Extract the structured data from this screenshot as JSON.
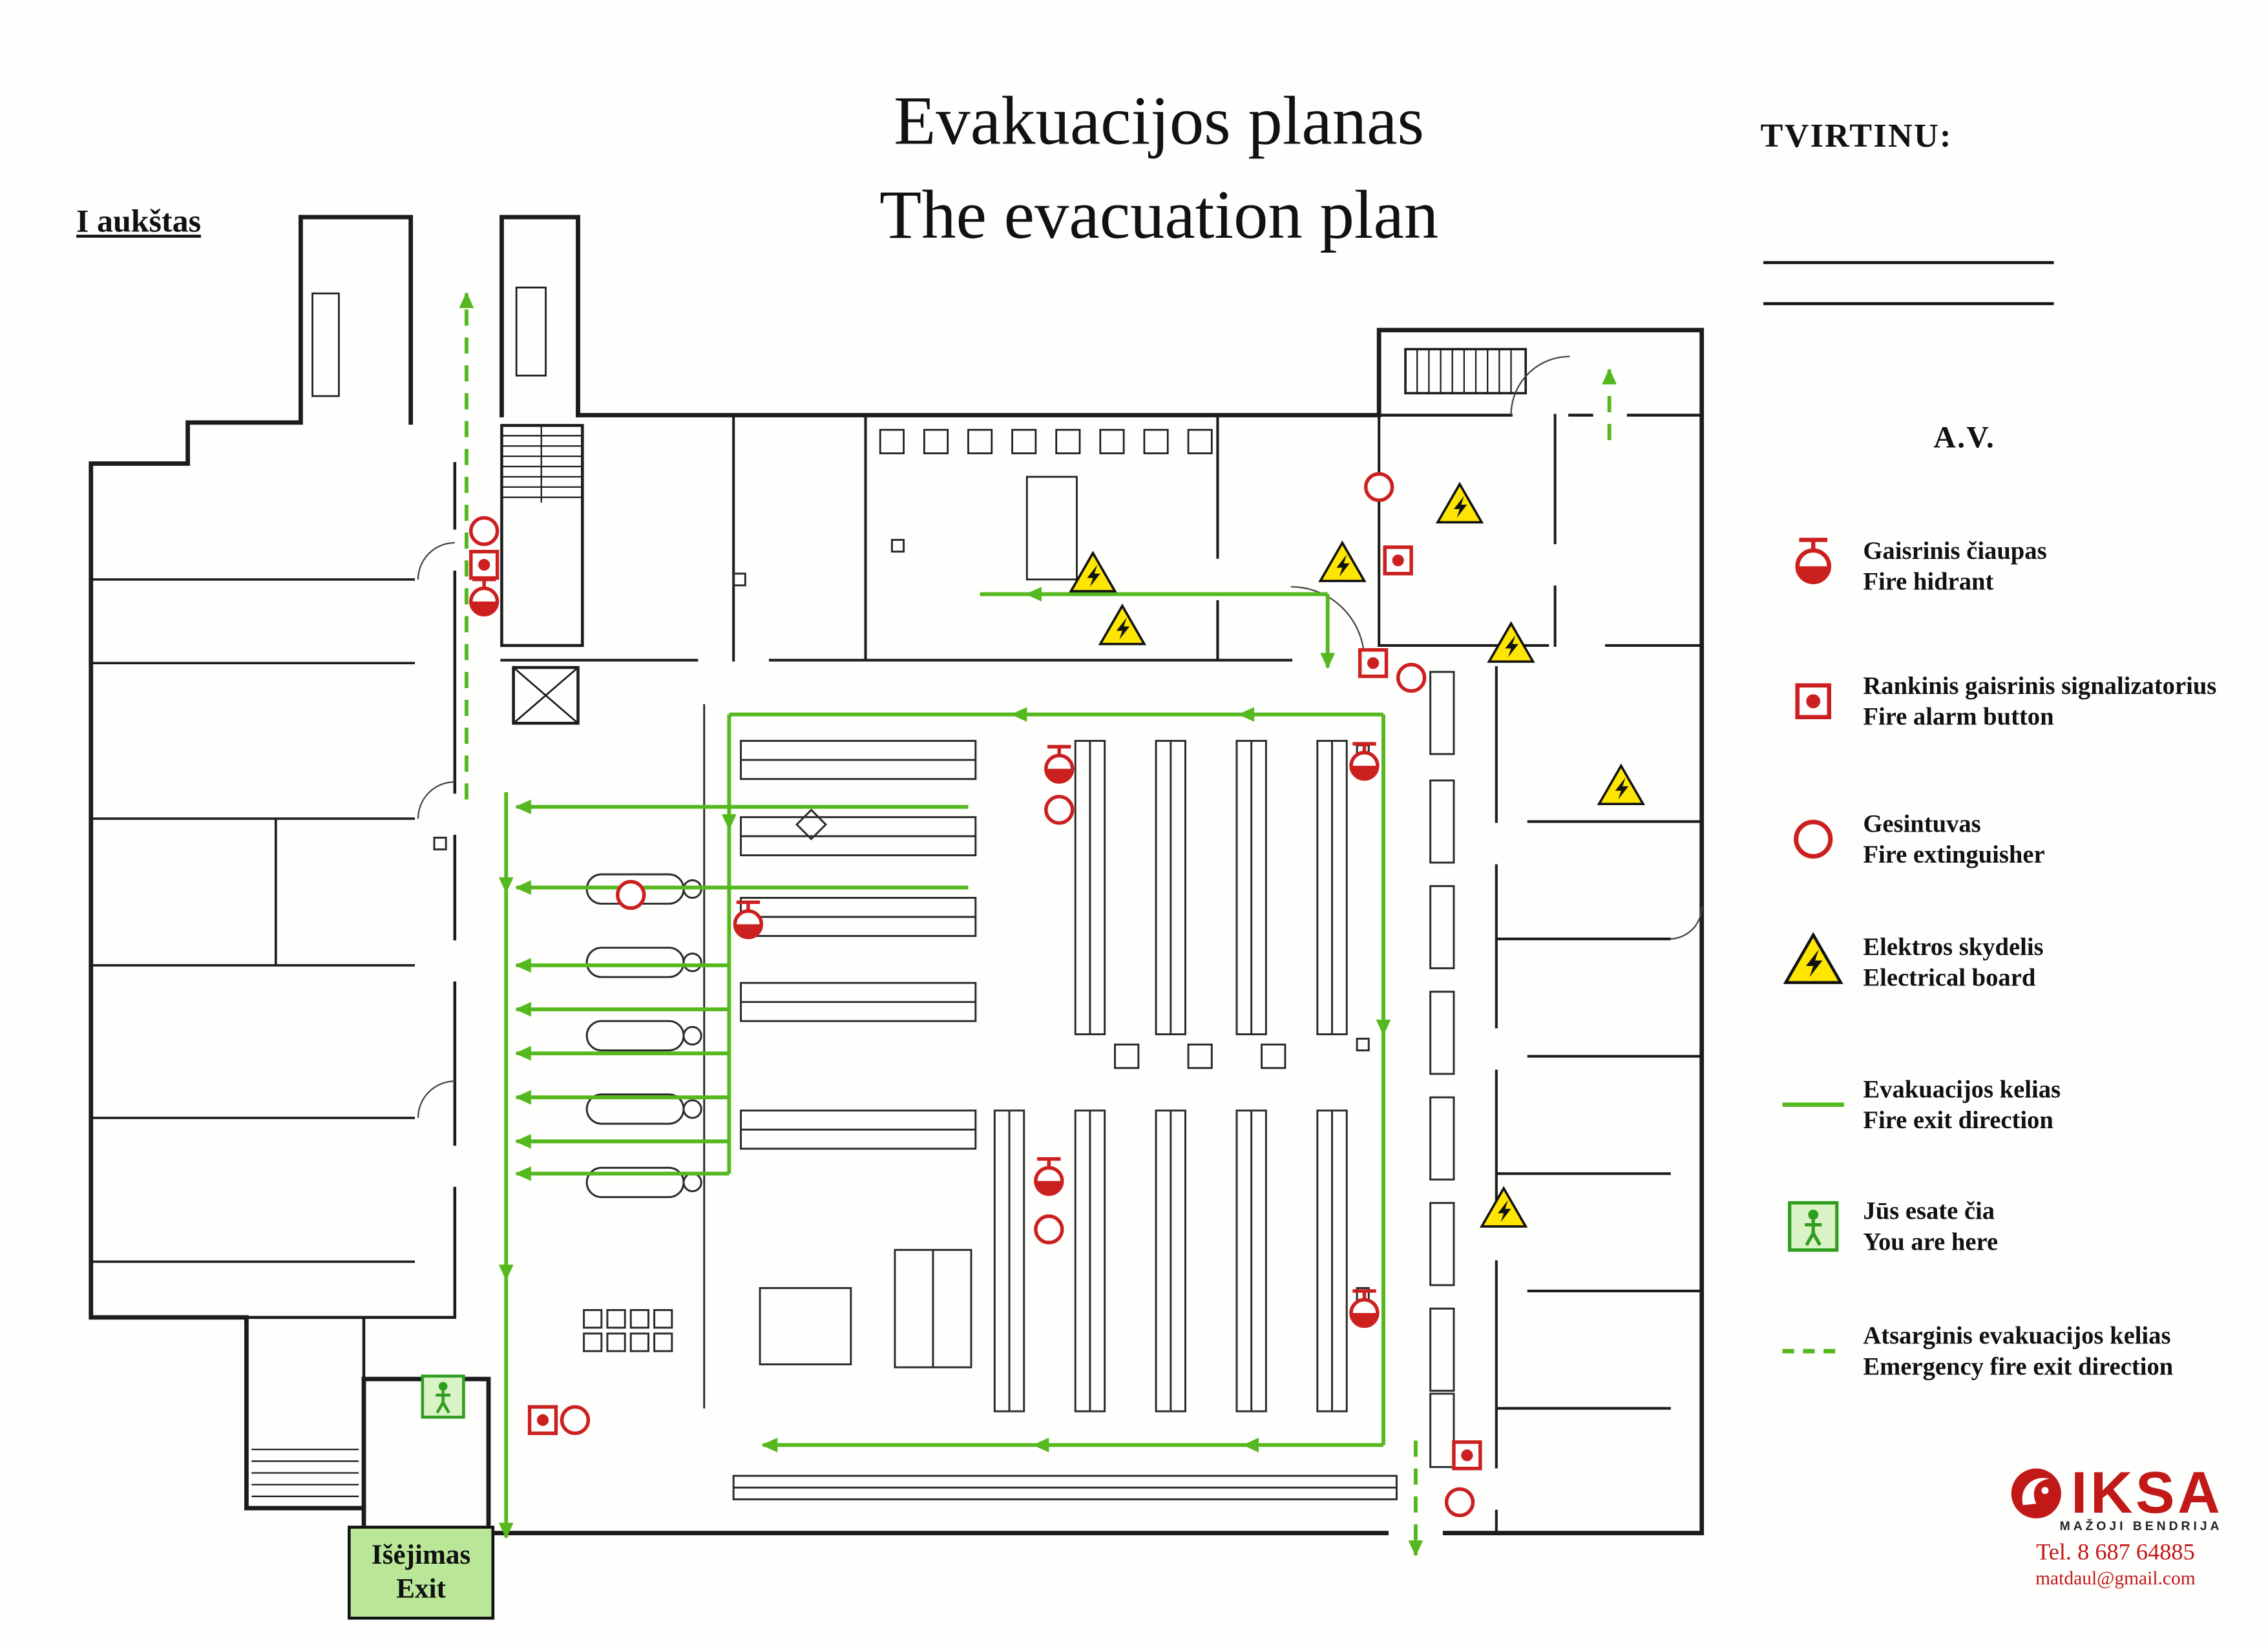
{
  "header": {
    "floor": "I aukštas",
    "title_lt": "Evakuacijos planas",
    "title_en": "The evacuation plan",
    "approval": "TVIRTINU:",
    "stamp": "A.V."
  },
  "legend": {
    "items": [
      {
        "icon": "fire-hydrant-icon",
        "lt": "Gaisrinis čiaupas",
        "en": "Fire hidrant"
      },
      {
        "icon": "fire-alarm-button-icon",
        "lt": "Rankinis gaisrinis signalizatorius",
        "en": "Fire alarm button"
      },
      {
        "icon": "fire-extinguisher-icon",
        "lt": "Gesintuvas",
        "en": "Fire extinguisher"
      },
      {
        "icon": "electrical-board-icon",
        "lt": "Elektros skydelis",
        "en": "Electrical board"
      },
      {
        "icon": "exit-route-line-icon",
        "lt": "Evakuacijos kelias",
        "en": "Fire exit direction"
      },
      {
        "icon": "you-are-here-icon",
        "lt": "Jūs esate čia",
        "en": "You are here"
      },
      {
        "icon": "emergency-route-line-icon",
        "lt": "Atsarginis evakuacijos kelias",
        "en": "Emergency fire exit direction"
      }
    ]
  },
  "exit_sign": {
    "lt": "Išėjimas",
    "en": "Exit"
  },
  "vendor": {
    "name": "IKSA",
    "subtitle": "MAŽOJI BENDRIJA",
    "phone": "Tel. 8 687 64885",
    "email": "matdaul@gmail.com"
  },
  "colors": {
    "route_green": "#55b81e",
    "alert_red": "#cc2020",
    "electrical_yellow": "#ffe602",
    "exit_bg": "#b9e797"
  }
}
